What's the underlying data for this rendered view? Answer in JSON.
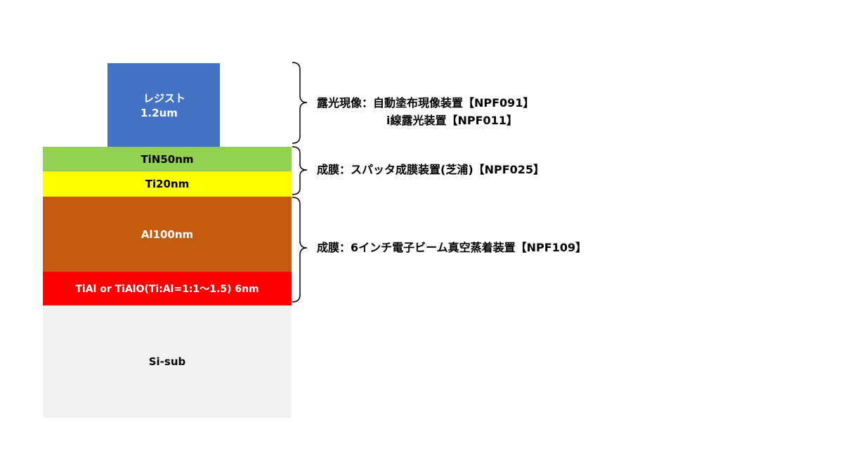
{
  "layers": {
    "resist_name": "レジスト",
    "resist_thickness": "1.2um",
    "tin": "TiN50nm",
    "ti": "Ti20nm",
    "al": "Al100nm",
    "tial": "TiAl or TiAlO(Ti:Al=1:1～1.5) 6nm",
    "si": "Si-sub"
  },
  "colors": {
    "resist": "#4472c4",
    "tin": "#92d050",
    "ti": "#ffff00",
    "al": "#c55a11",
    "tial": "#ff0000",
    "si": "#f2f2f2"
  },
  "notes": {
    "exposure_line1": "露光現像：自動塗布現像装置【NPF091】",
    "exposure_line2": "i線露光装置【NPF011】",
    "sputter": "成膜：スパッタ成膜装置(芝浦)【NPF025】",
    "ebeam": "成膜：6インチ電子ビーム真空蒸着装置【NPF109】"
  }
}
